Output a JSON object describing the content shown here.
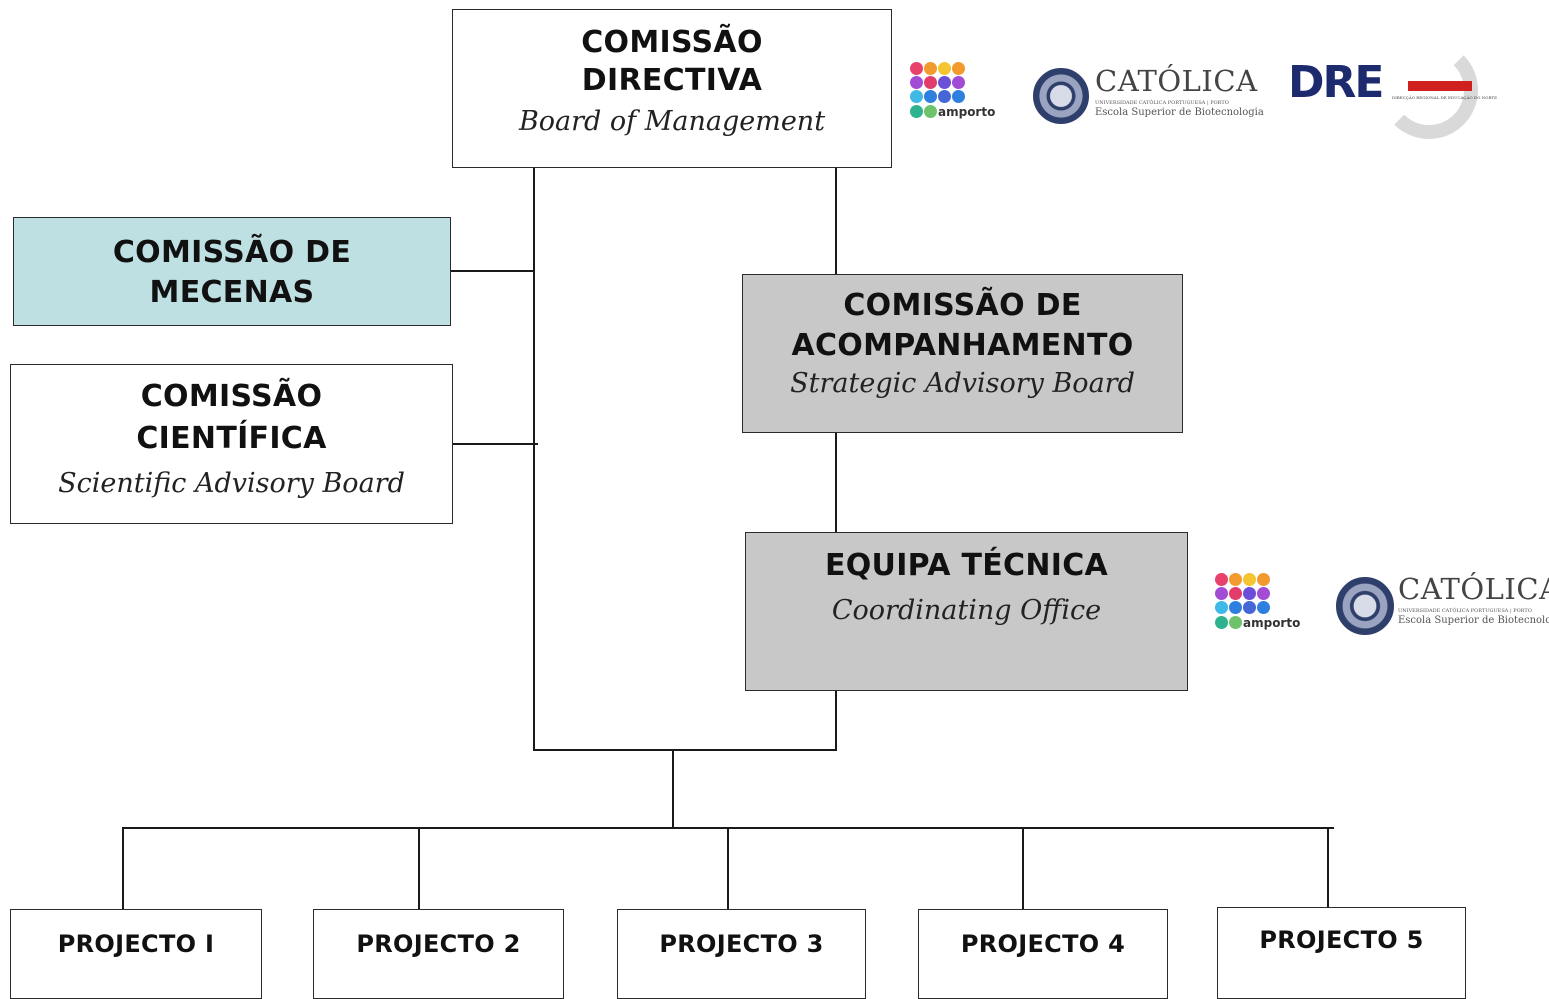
{
  "board": {
    "title_line1": "COMISSÃO",
    "title_line2": "DIRECTIVA",
    "subtitle": "Board of Management"
  },
  "mecenas": {
    "title_line1": "COMISSÃO DE",
    "title_line2": "MECENAS"
  },
  "cientifica": {
    "title_line1": "COMISSÃO",
    "title_line2": "CIENTÍFICA",
    "subtitle": "Scientific Advisory Board"
  },
  "acompanhamento": {
    "title_line1": "COMISSÃO DE",
    "title_line2": "ACOMPANHAMENTO",
    "subtitle": "Strategic Advisory Board"
  },
  "equipa": {
    "title": "EQUIPA TÉCNICA",
    "subtitle": "Coordinating Office"
  },
  "projects": [
    "PROJECTO I",
    "PROJECTO 2",
    "PROJECTO 3",
    "PROJECTO 4",
    "PROJECTO 5"
  ],
  "logos": {
    "amporto": "amporto",
    "catolica_name": "CATÓLICA",
    "catolica_line1": "UNIVERSIDADE CATÓLICA PORTUGUESA | PORTO",
    "catolica_line2": "Escola Superior de Biotecnologia",
    "dren_word": "DRE",
    "dren_caption": "DIRECÇÃO REGIONAL DE EDUCAÇÃO DO NORTE"
  },
  "colors": {
    "mecenas_fill": "#bfe0e3",
    "advisory_fill": "#c8c8c8",
    "amporto_dots": [
      "#e8416b",
      "#f29a2e",
      "#f4c431",
      "#a24bd4",
      "#e23c6c",
      "#6b4fd8",
      "#3fb9e6",
      "#2f7fe0",
      "#4466d6",
      "#2fb38f",
      "#3aa6e0",
      "#6dc36b"
    ]
  }
}
